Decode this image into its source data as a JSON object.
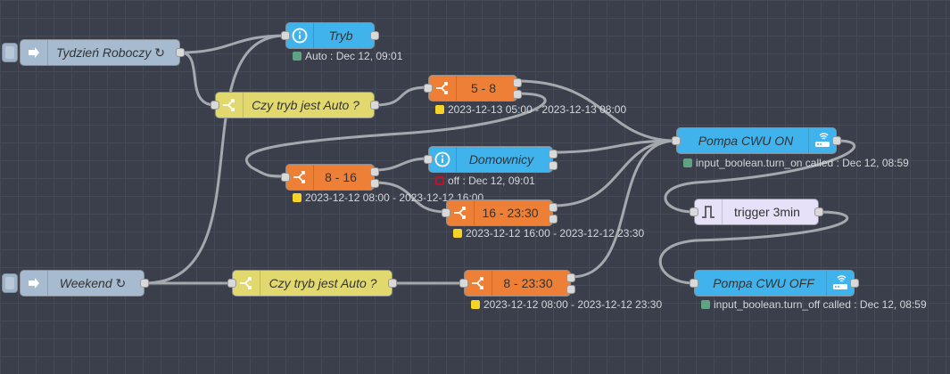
{
  "colors": {
    "inject": "#a6bbcf",
    "switch_yellow": "#e2d96e",
    "switch_orange": "#ed7f36",
    "blue_node": "#41b3ec",
    "trigger": "#e6e0f8",
    "status_green": "#5fa382",
    "status_yellow": "#f5d327",
    "status_red": "#c0122a"
  },
  "nodes": {
    "tydzien": {
      "label": "Tydzień Roboczy ↻",
      "icon": "inject-arrow-icon"
    },
    "weekend": {
      "label": "Weekend ↻",
      "icon": "inject-arrow-icon"
    },
    "tryb": {
      "label": "Tryb",
      "icon": "info-icon",
      "status": "Auto : Dec 12, 09:01"
    },
    "czy_tryb_1": {
      "label": "Czy tryb jest Auto ?",
      "icon": "switch-icon"
    },
    "czy_tryb_2": {
      "label": "Czy tryb jest Auto ?",
      "icon": "switch-icon"
    },
    "s_5_8": {
      "label": "5 - 8",
      "icon": "switch-icon",
      "status": "2023-12-13 05:00 - 2023-12-13 08:00"
    },
    "s_8_16": {
      "label": "8 - 16",
      "icon": "switch-icon",
      "status": "2023-12-12 08:00 - 2023-12-12 16:00"
    },
    "s_16_2330": {
      "label": "16 - 23:30",
      "icon": "switch-icon",
      "status": "2023-12-12 16:00 - 2023-12-12 23:30"
    },
    "s_8_2330": {
      "label": "8 - 23:30",
      "icon": "switch-icon",
      "status": "2023-12-12 08:00 - 2023-12-12 23:30"
    },
    "domownicy": {
      "label": "Domownicy",
      "icon": "info-icon",
      "status": "off : Dec 12, 09:01"
    },
    "pompa_on": {
      "label": "Pompa CWU ON",
      "icon": "router-icon",
      "status": "input_boolean.turn_on called : Dec 12, 08:59"
    },
    "trigger": {
      "label": "trigger 3min",
      "icon": "trigger-pulse-icon"
    },
    "pompa_off": {
      "label": "Pompa CWU OFF",
      "icon": "router-icon",
      "status": "input_boolean.turn_off called : Dec 12, 08:59"
    }
  }
}
